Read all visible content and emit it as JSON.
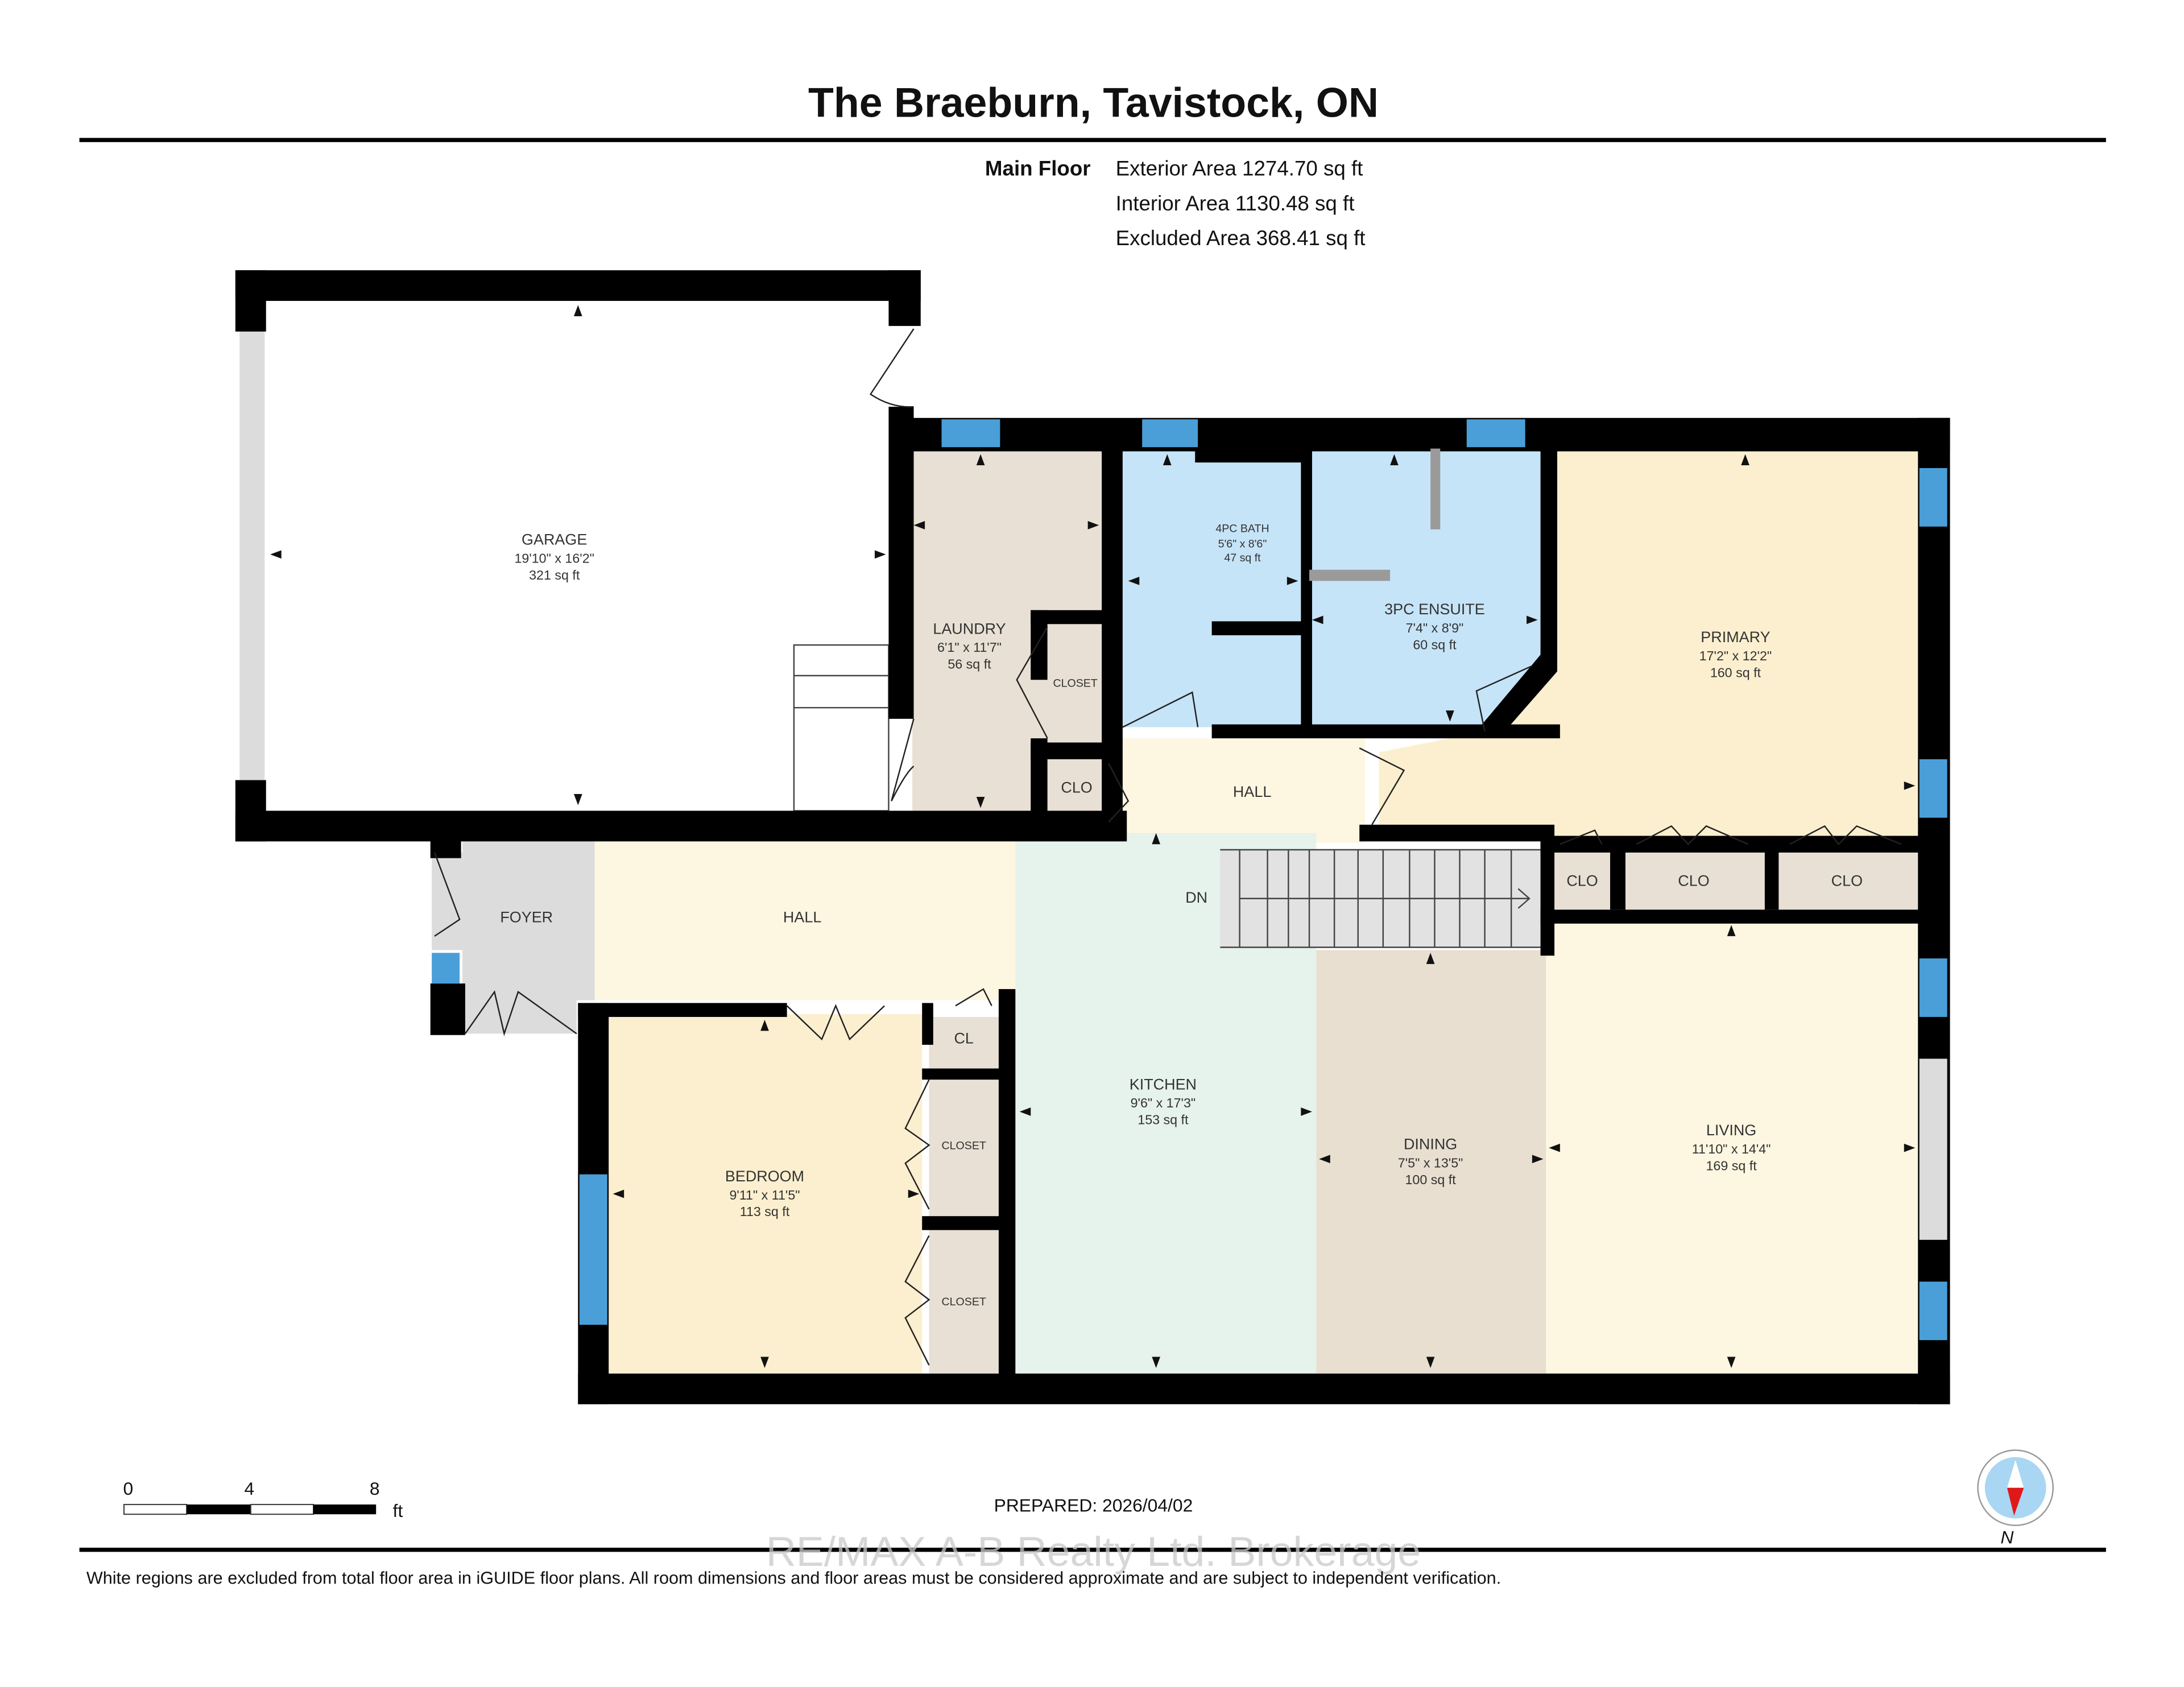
{
  "header": {
    "title": "The Braeburn, Tavistock, ON",
    "floor_label": "Main Floor",
    "exterior_area": "Exterior Area 1274.70 sq ft",
    "interior_area": "Interior Area 1130.48 sq ft",
    "excluded_area": "Excluded Area 368.41 sq ft"
  },
  "colors": {
    "wall": "#000000",
    "window": "#4a9fd8",
    "garage": "#ffffff",
    "laundry": "#e8e0d4",
    "bath": "#c6e4f8",
    "primary": "#fcefcf",
    "hall": "#fdf6e1",
    "foyer": "#dcdcdc",
    "kitchen": "#e6f2ec",
    "dining": "#e8dfd0",
    "living": "#fdf6e1",
    "bedroom": "#fcefcf",
    "closet": "#e8e0d4"
  },
  "rooms": {
    "garage": {
      "name": "GARAGE",
      "dims": "19'10\" x 16'2\"",
      "area": "321 sq ft"
    },
    "laundry": {
      "name": "LAUNDRY",
      "dims": "6'1\" x 11'7\"",
      "area": "56 sq ft"
    },
    "bath4pc": {
      "name": "4PC BATH",
      "dims": "5'6\" x 8'6\"",
      "area": "47 sq ft"
    },
    "ensuite3pc": {
      "name": "3PC ENSUITE",
      "dims": "7'4\" x 8'9\"",
      "area": "60 sq ft"
    },
    "primary": {
      "name": "PRIMARY",
      "dims": "17'2\" x 12'2\"",
      "area": "160 sq ft"
    },
    "kitchen": {
      "name": "KITCHEN",
      "dims": "9'6\" x 17'3\"",
      "area": "153 sq ft"
    },
    "dining": {
      "name": "DINING",
      "dims": "7'5\" x 13'5\"",
      "area": "100 sq ft"
    },
    "living": {
      "name": "LIVING",
      "dims": "11'10\" x 14'4\"",
      "area": "169 sq ft"
    },
    "bedroom": {
      "name": "BEDROOM",
      "dims": "9'11\" x 11'5\"",
      "area": "113 sq ft"
    }
  },
  "labels": {
    "foyer": "FOYER",
    "hall_main": "HALL",
    "hall_upper": "HALL",
    "stairs_down": "DN",
    "closet_laundry": "CLOSET",
    "clo_small": "CLO",
    "clo_1": "CLO",
    "clo_2": "CLO",
    "clo_3": "CLO",
    "cl": "CL",
    "closet_bed_1": "CLOSET",
    "closet_bed_2": "CLOSET"
  },
  "scale_bar": {
    "ticks": [
      "0",
      "4",
      "8"
    ],
    "unit": "ft"
  },
  "compass": {
    "label": "N"
  },
  "footer": {
    "prepared": "PREPARED: 2026/04/02",
    "watermark": "RE/MAX A-B Realty Ltd. Brokerage",
    "disclaimer": "White regions are excluded from total floor area in iGUIDE floor plans. All room dimensions and floor areas must be considered approximate and are subject to independent verification."
  }
}
